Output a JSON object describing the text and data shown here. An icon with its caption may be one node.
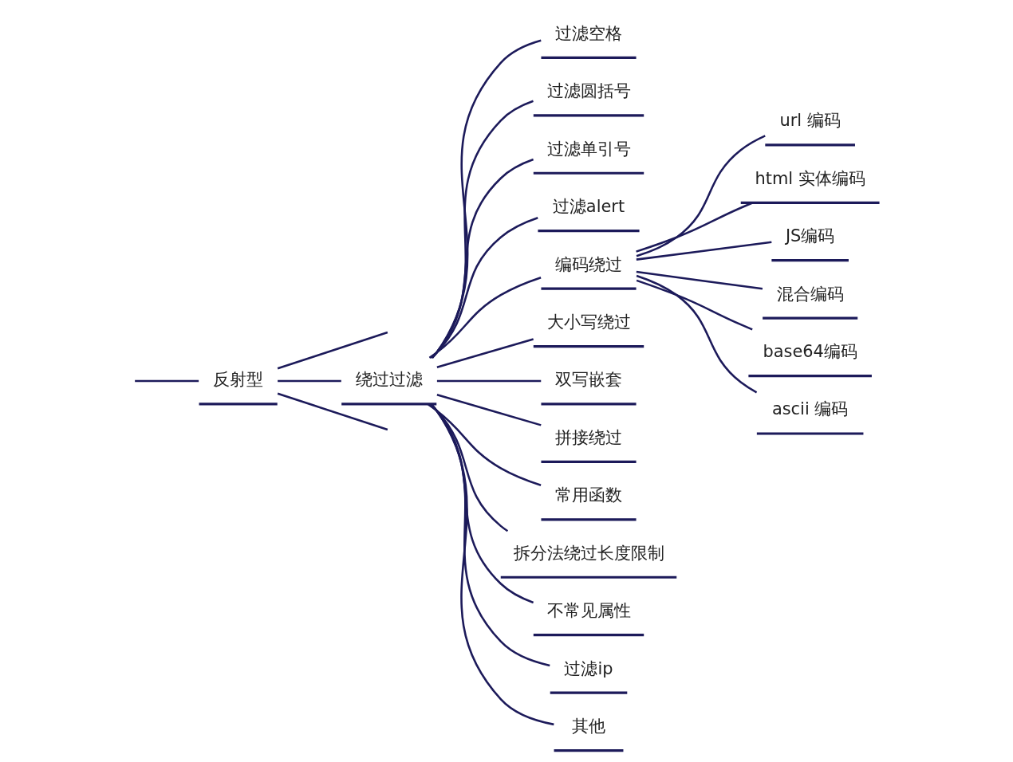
{
  "diagram": {
    "nodes": [
      {
        "text": [
          "反射型"
        ]
      },
      {
        "text": [
          "绕过过滤"
        ]
      },
      {
        "text": [
          "过滤空格"
        ]
      },
      {
        "text": [
          "过滤圆括号"
        ]
      },
      {
        "text": [
          "过滤单引号"
        ]
      },
      {
        "text": [
          "过滤alert"
        ]
      },
      {
        "text": [
          "编码绕过"
        ]
      },
      {
        "text": [
          "url 编码"
        ]
      },
      {
        "text": [
          "html 实体编码"
        ]
      },
      {
        "text": [
          "JS编码"
        ]
      },
      {
        "text": [
          "混合编码"
        ]
      },
      {
        "text": [
          "base64编码"
        ]
      },
      {
        "text": [
          "ascii 编码"
        ]
      },
      {
        "text": [
          "大小写绕过"
        ]
      },
      {
        "text": [
          "双写嵌套"
        ]
      },
      {
        "text": [
          "拼接绕过"
        ]
      },
      {
        "text": [
          "常用函数"
        ]
      },
      {
        "text": [
          "拆分法绕过长度限制"
        ]
      },
      {
        "text": [
          "不常见属性"
        ]
      },
      {
        "text": [
          "过滤ip"
        ]
      },
      {
        "text": [
          "其他"
        ]
      }
    ],
    "edges": [
      {
        "from": null,
        "to": 0,
        "arrow": "none"
      },
      {
        "from": 0,
        "to": null,
        "arrow": "none"
      },
      {
        "from": 0,
        "to": 1,
        "arrow": "none"
      },
      {
        "from": 0,
        "to": null,
        "arrow": "none"
      },
      {
        "from": 1,
        "to": 2,
        "arrow": "none"
      },
      {
        "from": 1,
        "to": 3,
        "arrow": "none"
      },
      {
        "from": 1,
        "to": 4,
        "arrow": "none"
      },
      {
        "from": 1,
        "to": 5,
        "arrow": "none"
      },
      {
        "from": 1,
        "to": 6,
        "arrow": "none"
      },
      {
        "from": 6,
        "to": 7,
        "arrow": "none"
      },
      {
        "from": 6,
        "to": 8,
        "arrow": "none"
      },
      {
        "from": 6,
        "to": 9,
        "arrow": "none"
      },
      {
        "from": 6,
        "to": 10,
        "arrow": "none"
      },
      {
        "from": 6,
        "to": 11,
        "arrow": "none"
      },
      {
        "from": 6,
        "to": 12,
        "arrow": "none"
      },
      {
        "from": 1,
        "to": 13,
        "arrow": "none"
      },
      {
        "from": 1,
        "to": 14,
        "arrow": "none"
      },
      {
        "from": 1,
        "to": 15,
        "arrow": "none"
      },
      {
        "from": 1,
        "to": 16,
        "arrow": "none"
      },
      {
        "from": 1,
        "to": 17,
        "arrow": "none"
      },
      {
        "from": 1,
        "to": 18,
        "arrow": "none"
      },
      {
        "from": 1,
        "to": 19,
        "arrow": "none"
      },
      {
        "from": 1,
        "to": 20,
        "arrow": "none"
      }
    ]
  }
}
